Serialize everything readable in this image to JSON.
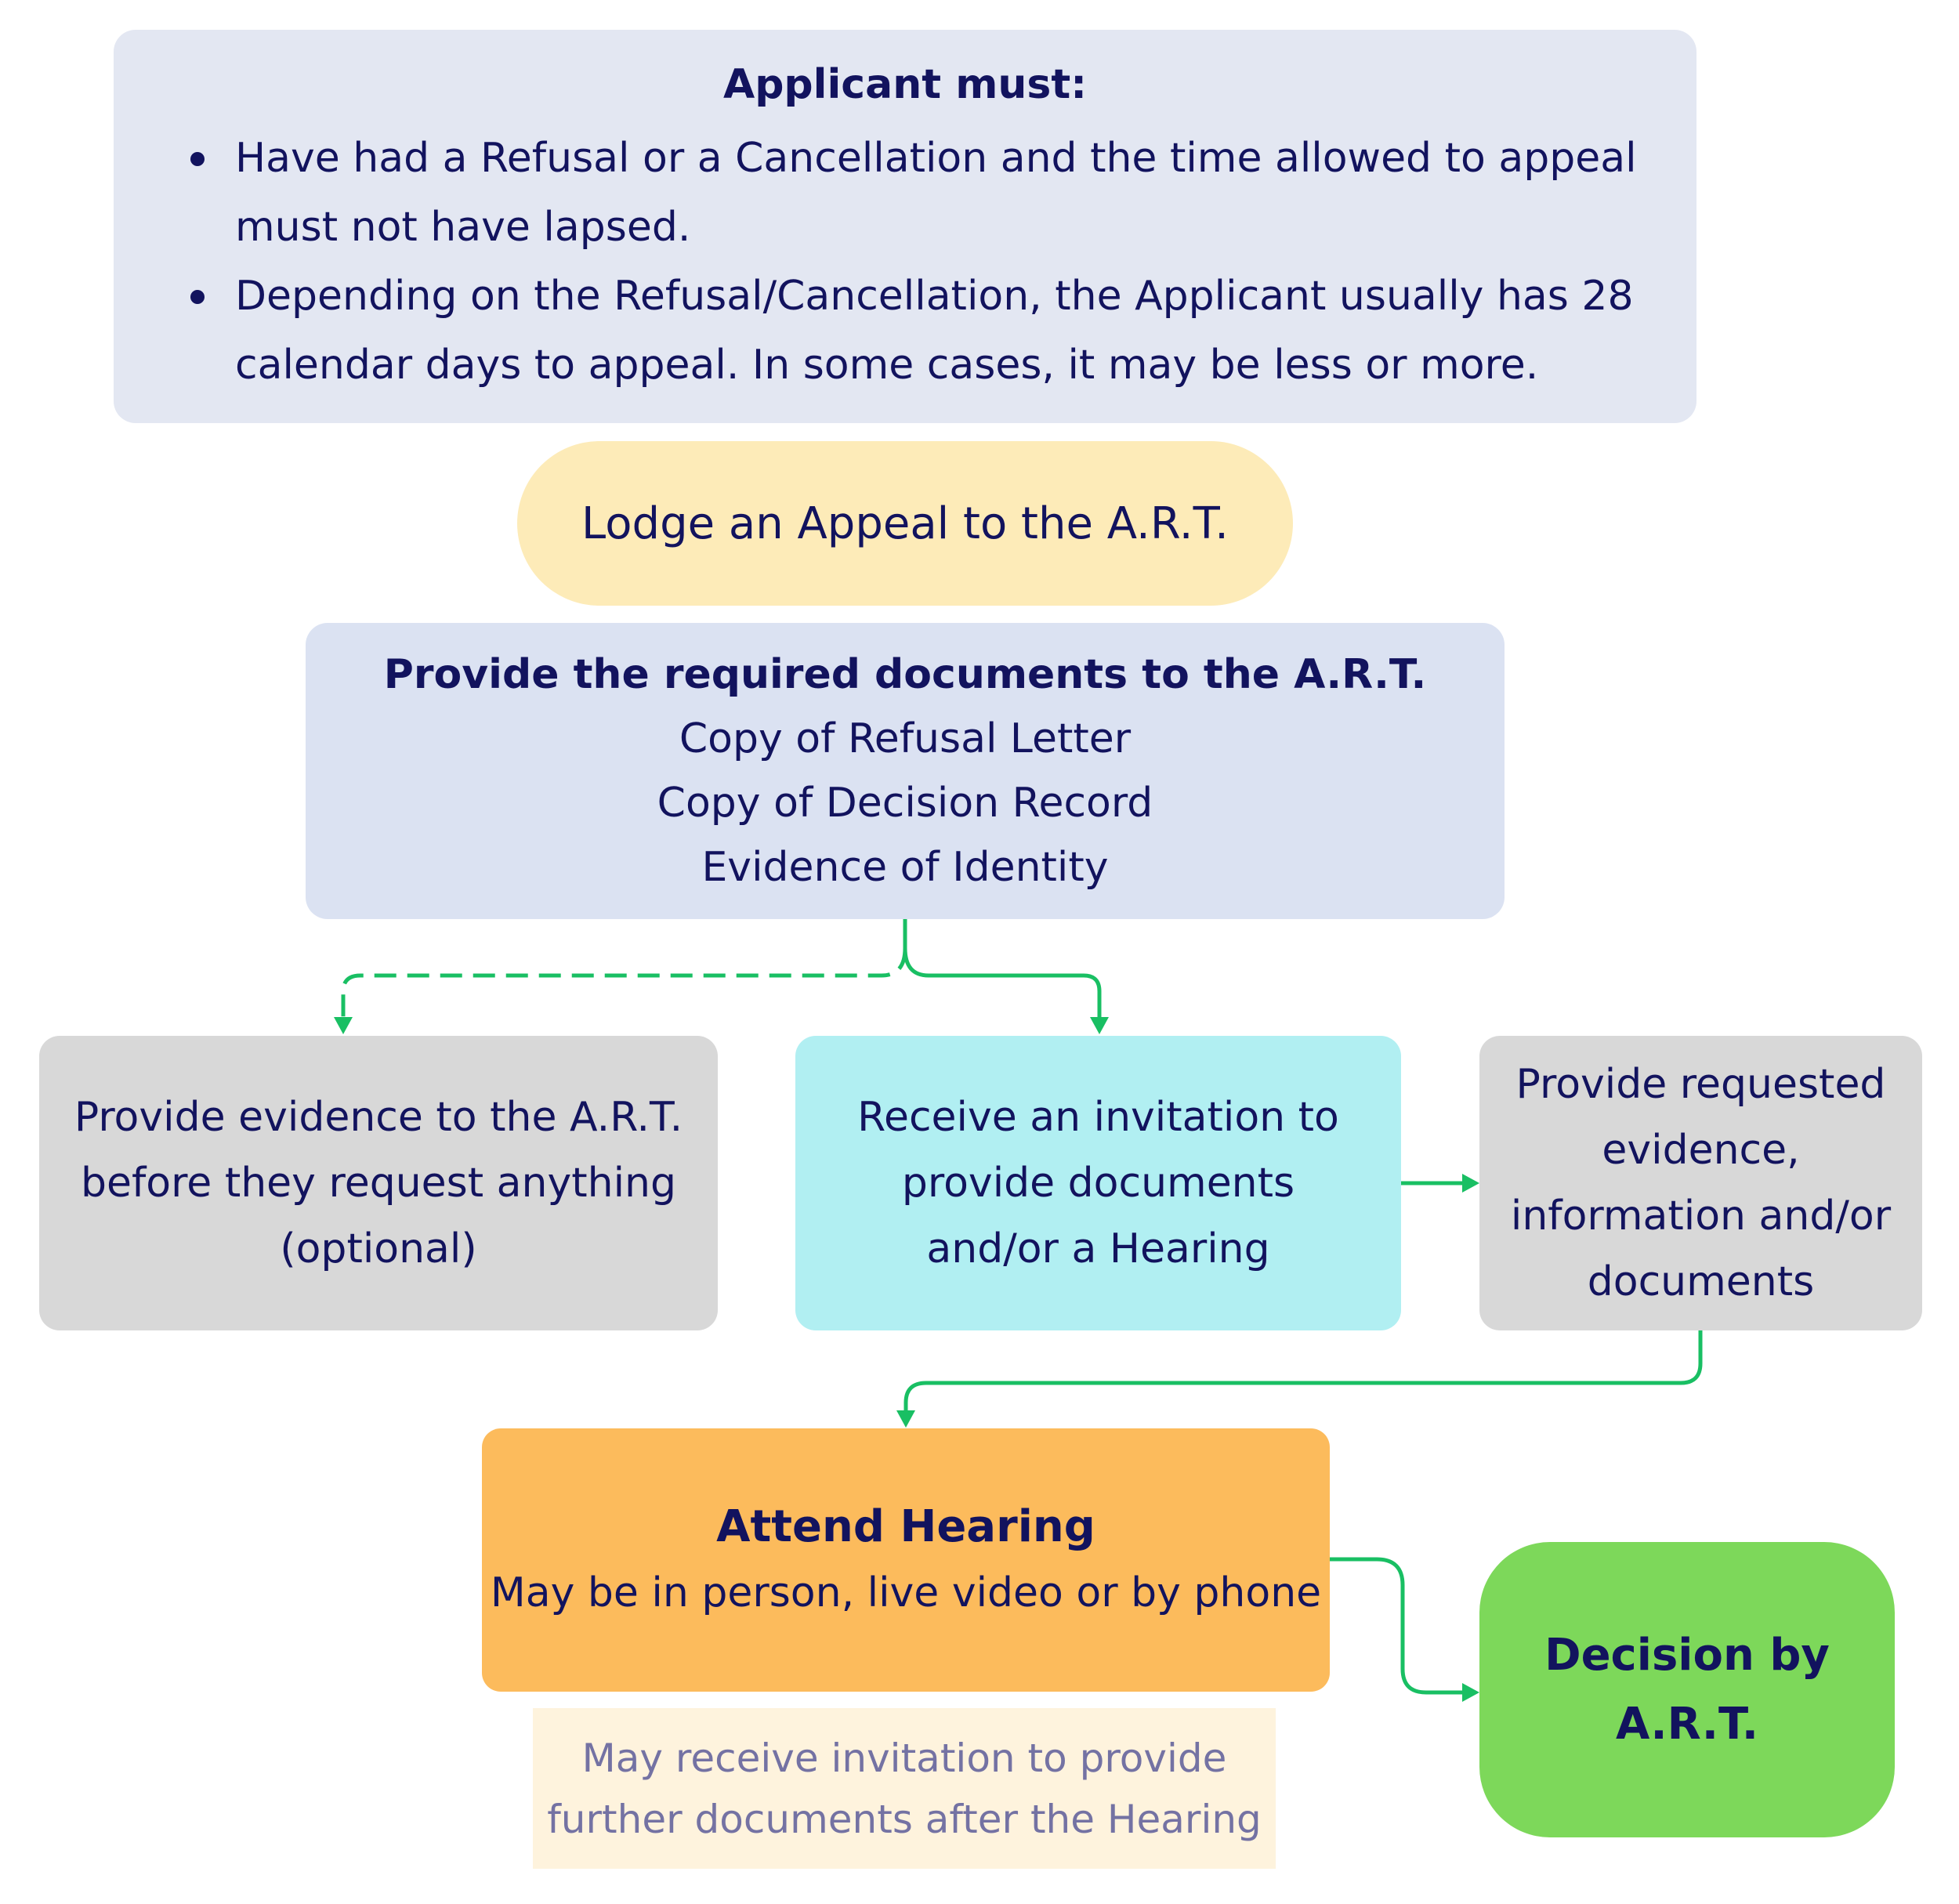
{
  "applicant": {
    "title": "Applicant must:",
    "bullets": [
      "Have had a Refusal or a Cancellation and the time allowed to appeal must not have lapsed.",
      "Depending on the Refusal/Cancellation, the Applicant usually has 28 calendar days to appeal. In some cases, it may be less or more."
    ]
  },
  "lodge": {
    "label": "Lodge an Appeal to the A.R.T."
  },
  "documents": {
    "title": "Provide the required documents to the A.R.T.",
    "items": [
      "Copy of Refusal Letter",
      "Copy of Decision Record",
      "Evidence of Identity"
    ]
  },
  "optional_evidence": {
    "lines": [
      "Provide evidence to the A.R.T.",
      "before they request anything",
      "(optional)"
    ]
  },
  "invitation": {
    "lines": [
      "Receive an invitation to",
      "provide documents",
      "and/or a Hearing"
    ]
  },
  "requested_evidence": {
    "lines": [
      "Provide requested",
      "evidence,",
      "information and/or",
      "documents"
    ]
  },
  "hearing": {
    "title": "Attend Hearing",
    "subtitle": "May be in person, live video or by phone"
  },
  "decision": {
    "lines": [
      "Decision by",
      "A.R.T."
    ]
  },
  "note": {
    "lines": [
      "May receive invitation to provide",
      "further documents after the Hearing"
    ]
  },
  "colors": {
    "text": "#12135e",
    "connector": "#19bf63",
    "applicant_bg": "#e3e7f2",
    "lodge_bg": "#fdebb8",
    "documents_bg": "#dbe2f2",
    "grey_bg": "#d8d8d8",
    "invitation_bg": "#b1eff2",
    "hearing_bg": "#fcbb5c",
    "decision_bg": "#7dd85a",
    "note_bg": "#fef3dd",
    "note_text": "#7472a3"
  }
}
